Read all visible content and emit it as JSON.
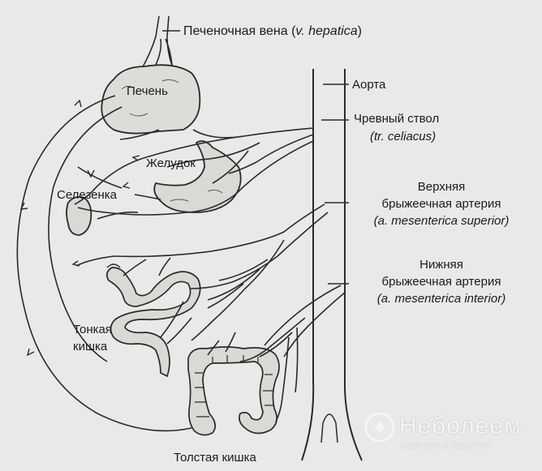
{
  "labels": {
    "hepatic_vein": "Печеночная вена (",
    "hepatic_vein_latin": "v. hepatica",
    "hepatic_vein_close": ")",
    "aorta": "Аорта",
    "liver": "Печень",
    "celiac_trunk": "Чревный ствол",
    "celiac_trunk_latin": "(tr. celiacus)",
    "stomach": "Желудок",
    "spleen": "Селезенка",
    "superior_mesenteric_line1": "Верхняя",
    "superior_mesenteric_line2": "брыжеечная артерия",
    "superior_mesenteric_latin": "(a. mesenterica superior)",
    "inferior_mesenteric_line1": "Нижняя",
    "inferior_mesenteric_line2": "брыжеечная артерия",
    "inferior_mesenteric_latin": "(a. mesenterica interior)",
    "small_intestine_line1": "Тонкая",
    "small_intestine_line2": "кишка",
    "large_intestine": "Толстая кишка"
  },
  "watermark": {
    "name": "Неболеем",
    "slogan": "медицина и здоровье"
  },
  "colors": {
    "background": "#e9e9e7",
    "ink": "#2a2a2a",
    "organ_fill": "#d9d9d6"
  }
}
